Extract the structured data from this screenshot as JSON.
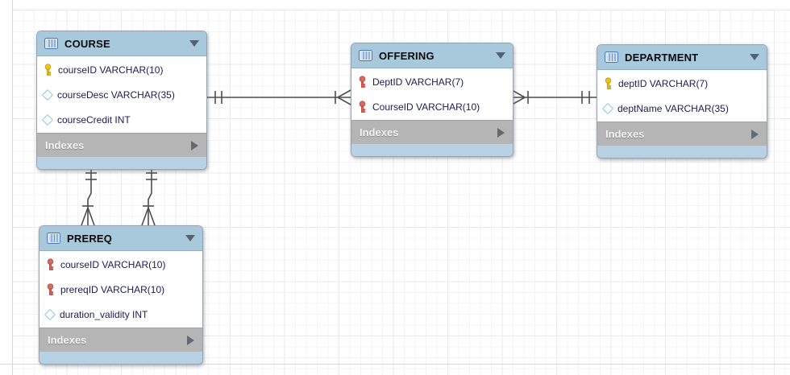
{
  "diagram": {
    "kind": "EER database diagram",
    "colors": {
      "table_header": "#a8c8dc",
      "table_footer_strip": "#b6d2e4",
      "indexes_bar": "#b5b5b5",
      "column_text": "#1b1b52",
      "primary_key_icon": "#ecc51c",
      "foreign_key_icon": "#da6a5d",
      "nullable_diamond_border": "#8cccd6",
      "connector_line": "#4d4d4d",
      "grid_minor_line": "#f4f4f7",
      "grid_major_line": "#e9e9ef"
    },
    "tables": [
      {
        "title": "COURSE",
        "footer": "Indexes",
        "columns": [
          {
            "icon": "primary-key",
            "text": "courseID VARCHAR(10)"
          },
          {
            "icon": "nullable-diamond",
            "text": "courseDesc VARCHAR(35)"
          },
          {
            "icon": "nullable-diamond",
            "text": "courseCredit INT"
          }
        ]
      },
      {
        "title": "OFFERING",
        "footer": "Indexes",
        "columns": [
          {
            "icon": "foreign-key",
            "text": "DeptID VARCHAR(7)"
          },
          {
            "icon": "foreign-key",
            "text": "CourseID VARCHAR(10)"
          }
        ]
      },
      {
        "title": "DEPARTMENT",
        "footer": "Indexes",
        "columns": [
          {
            "icon": "primary-key",
            "text": "deptID VARCHAR(7)"
          },
          {
            "icon": "nullable-diamond",
            "text": "deptName VARCHAR(35)"
          }
        ]
      },
      {
        "title": "PREREQ",
        "footer": "Indexes",
        "columns": [
          {
            "icon": "foreign-key",
            "text": "courseID VARCHAR(10)"
          },
          {
            "icon": "foreign-key",
            "text": "prereqID VARCHAR(10)"
          },
          {
            "icon": "nullable-diamond",
            "text": "duration_validity INT"
          }
        ]
      }
    ],
    "relationships": [
      {
        "from_table": "COURSE",
        "to_table": "OFFERING",
        "from_cardinality": "one",
        "to_cardinality": "many",
        "line_style": "solid"
      },
      {
        "from_table": "DEPARTMENT",
        "to_table": "OFFERING",
        "from_cardinality": "one",
        "to_cardinality": "many",
        "line_style": "solid"
      },
      {
        "from_table": "COURSE",
        "to_table": "PREREQ",
        "from_cardinality": "one",
        "to_cardinality": "many",
        "line_style": "solid"
      },
      {
        "from_table": "COURSE",
        "to_table": "PREREQ",
        "from_cardinality": "one",
        "to_cardinality": "many",
        "line_style": "solid"
      }
    ]
  }
}
